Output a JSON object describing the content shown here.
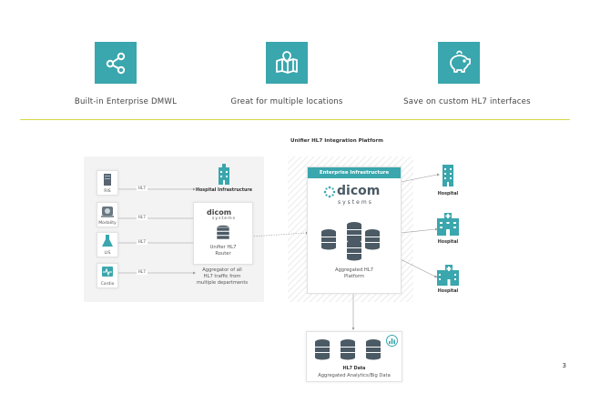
{
  "features": [
    {
      "label": "Built-in Enterprise DMWL",
      "icon": "share-network-icon"
    },
    {
      "label": "Great for multiple locations",
      "icon": "map-pin-icon"
    },
    {
      "label": "Save on custom HL7 interfaces",
      "icon": "piggy-bank-icon"
    }
  ],
  "diagram": {
    "title": "Unifier HL7 Integration Platform",
    "left": {
      "sources": [
        "RIS",
        "Modality",
        "LIS",
        "Cardio"
      ],
      "link_label": "HL7",
      "hospital_label": "Hospital Infrastructure",
      "dicom_logo": "dicom",
      "dicom_sub": "systems",
      "router_label_1": "Unifier HL7",
      "router_label_2": "Router",
      "caption_1": "Aggregator of all",
      "caption_2": "HL7 traffic from",
      "caption_3": "multiple departments"
    },
    "enterprise": {
      "header": "Enterprise Infrastructure",
      "logo": "dicom",
      "logo_sub": "systems",
      "caption_1": "Aggregated HL7",
      "caption_2": "Platform"
    },
    "hospitals": [
      "Hospital",
      "Hospital",
      "Hospital"
    ],
    "data_box": {
      "title": "HL7 Data",
      "subtitle": "Aggregated Analytics/Big Data"
    }
  },
  "page_number": "3",
  "colors": {
    "teal": "#3aa6ad",
    "divider": "#d6d84a"
  }
}
